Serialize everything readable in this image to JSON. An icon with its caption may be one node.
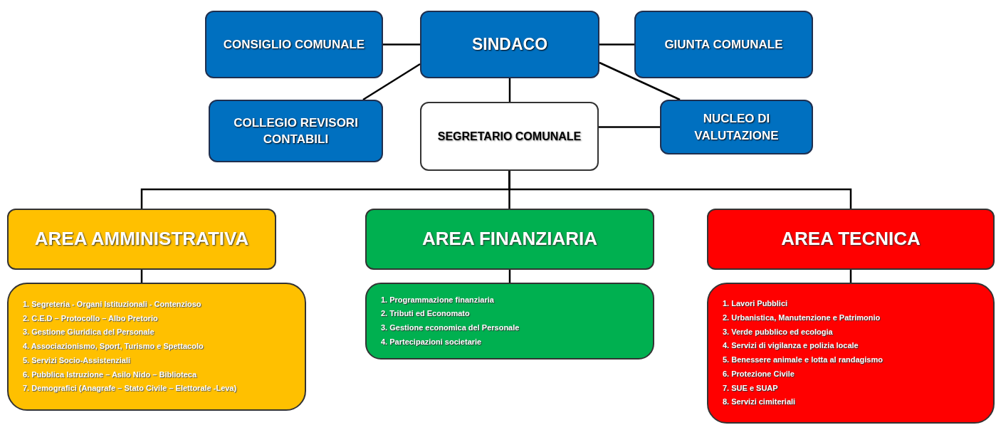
{
  "diagram": {
    "nodes": [
      {
        "text": [
          "CONSIGLIO COMUNALE"
        ]
      },
      {
        "text": [
          "SINDACO"
        ]
      },
      {
        "text": [
          "GIUNTA COMUNALE"
        ]
      },
      {
        "text": [
          "COLLEGIO REVISORI CONTABILI"
        ]
      },
      {
        "text": [
          "SEGRETARIO COMUNALE"
        ]
      },
      {
        "text": [
          "NUCLEO DI VALUTAZIONE"
        ]
      },
      {
        "text": [
          "AREA AMMINISTRATIVA"
        ]
      },
      {
        "text": [
          "AREA FINANZIARIA"
        ]
      },
      {
        "text": [
          "AREA TECNICA"
        ]
      },
      {
        "text": [
          "1. Segreteria - Organi Istituzionali - Contenzioso",
          "2. C.E.D – Protocollo – Albo Pretorio",
          "3. Gestione Giuridica del Personale",
          "4. Associazionismo, Sport, Turismo e Spettacolo",
          "5. Servizi Socio-Assistenziali",
          "6. Pubblica Istruzione – Asilo Nido – Biblioteca",
          "7. Demografici (Anagrafe – Stato Civile – Elettorale -Leva)"
        ]
      },
      {
        "text": [
          "1. Programmazione finanziaria",
          "2. Tributi ed Economato",
          "3. Gestione economica del Personale",
          "4. Partecipazioni societarie"
        ]
      },
      {
        "text": [
          "1. Lavori Pubblici",
          "2. Urbanistica, Manutenzione e Patrimonio",
          "3. Verde pubblico ed ecologia",
          "4. Servizi di vigilanza e polizia locale",
          "5. Benessere animale e lotta al randagismo",
          "6. Protezione Civile",
          "7. SUE e SUAP",
          "8. Servizi cimiteriali"
        ]
      }
    ],
    "edges": [
      {
        "from": 1,
        "to": 0,
        "arrow": "none"
      },
      {
        "from": 1,
        "to": 2,
        "arrow": "none"
      },
      {
        "from": 1,
        "to": 3,
        "arrow": "none"
      },
      {
        "from": 1,
        "to": 5,
        "arrow": "none"
      },
      {
        "from": 1,
        "to": 4,
        "arrow": "none"
      },
      {
        "from": 4,
        "to": 5,
        "arrow": "none"
      },
      {
        "from": 4,
        "to": 6,
        "arrow": "none"
      },
      {
        "from": 4,
        "to": 7,
        "arrow": "none"
      },
      {
        "from": 4,
        "to": 8,
        "arrow": "none"
      },
      {
        "from": 6,
        "to": 9,
        "arrow": "none"
      },
      {
        "from": 7,
        "to": 10,
        "arrow": "none"
      },
      {
        "from": 8,
        "to": 11,
        "arrow": "none"
      }
    ]
  }
}
